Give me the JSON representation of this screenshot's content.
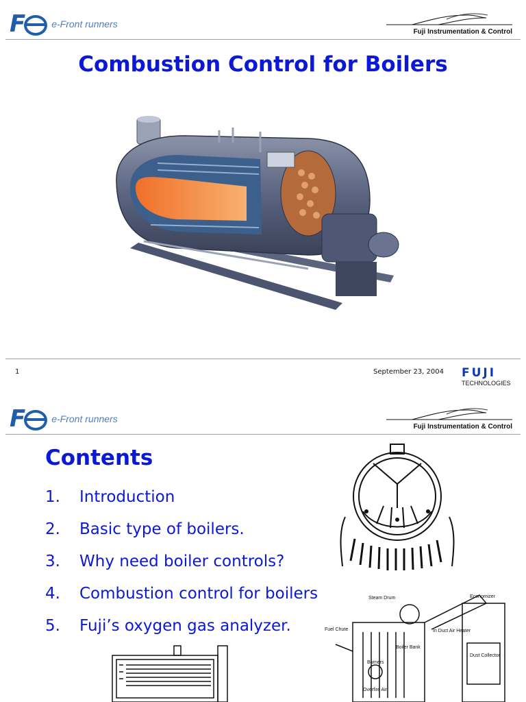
{
  "slide1": {
    "tagline": "e-Front runners",
    "company": "Fuji Instrumentation & Control",
    "title": "Combustion Control for Boilers",
    "footer": {
      "page": "1",
      "date": "September 23, 2004",
      "logo_word": "FUJI",
      "logo_sub": "TECHNOLOGIES"
    }
  },
  "slide2": {
    "tagline": "e-Front runners",
    "company": "Fuji Instrumentation & Control",
    "heading": "Contents",
    "items": [
      {
        "num": "1.",
        "label": "Introduction"
      },
      {
        "num": "2.",
        "label": "Basic type of boilers."
      },
      {
        "num": "3.",
        "label": "Why need boiler controls?"
      },
      {
        "num": "4.",
        "label": "Combustion control for boilers"
      },
      {
        "num": "5.",
        "label": "Fuji’s oxygen gas analyzer."
      }
    ],
    "diagram_labels": {
      "steam_drum": "Steam Drum",
      "economizer": "Economizer",
      "fuel_chute": "Fuel Chute",
      "in_duct_air_heater": "In Duct Air Heater",
      "boiler_bank": "Boiler Bank",
      "burners": "Burners",
      "overfire_air": "Overfire Air",
      "dust_collector": "Dust Collector"
    }
  },
  "colors": {
    "title_blue": "#0b18d8",
    "logo_blue": "#1f5fa8",
    "rule": "#7fa3d9"
  }
}
